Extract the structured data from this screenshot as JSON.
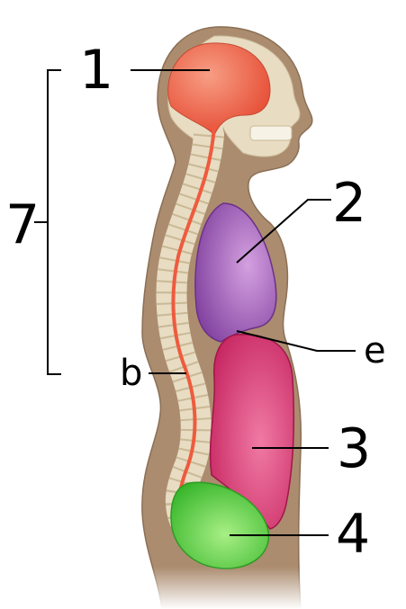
{
  "labels": {
    "l1": "1",
    "l2": "2",
    "l3": "3",
    "l4": "4",
    "l7": "7",
    "lb": "b",
    "le": "e"
  },
  "colors": {
    "body": "#ab8c6f",
    "bone": "#e8dcc3",
    "brain": "#ee6a50",
    "spinal_cord": "#ee5b3e",
    "thoracic": "#9a5bb3",
    "abdominal": "#d63a73",
    "pelvic": "#5fd04a"
  }
}
